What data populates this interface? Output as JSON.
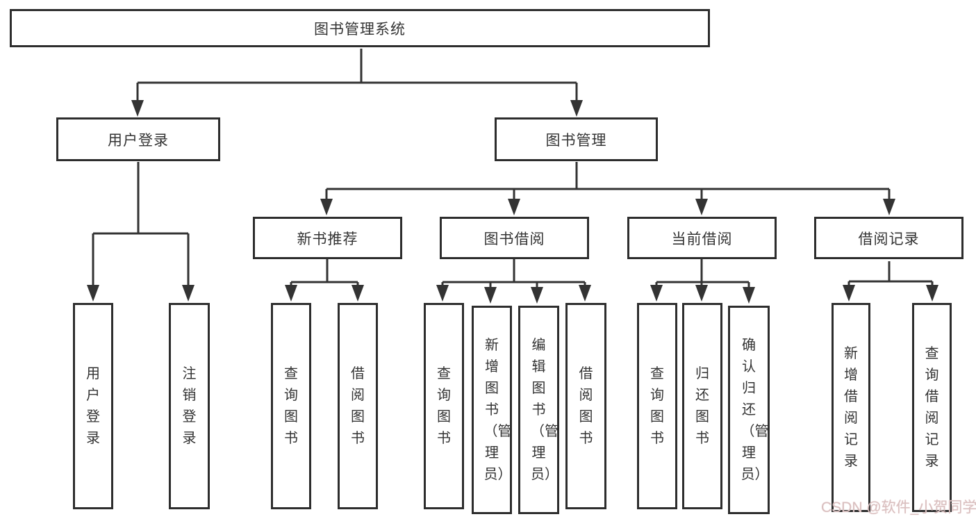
{
  "tree": {
    "root": {
      "label": "图书管理系统"
    },
    "branches": [
      {
        "label": "用户登录",
        "children": [
          {
            "label": "用户登录"
          },
          {
            "label": "注销登录"
          }
        ]
      },
      {
        "label": "图书管理",
        "children": [
          {
            "label": "新书推荐",
            "children": [
              {
                "label": "查询图书"
              },
              {
                "label": "借阅图书"
              }
            ]
          },
          {
            "label": "图书借阅",
            "children": [
              {
                "label": "查询图书"
              },
              {
                "label": "新增图书（管理员）"
              },
              {
                "label": "编辑图书（管理员）"
              },
              {
                "label": "借阅图书"
              }
            ]
          },
          {
            "label": "当前借阅",
            "children": [
              {
                "label": "查询图书"
              },
              {
                "label": "归还图书"
              },
              {
                "label": "确认归还（管理员）"
              }
            ]
          },
          {
            "label": "借阅记录",
            "children": [
              {
                "label": "新增借阅记录"
              },
              {
                "label": "查询借阅记录"
              }
            ]
          }
        ]
      }
    ]
  },
  "watermark": {
    "text": "CSDN @软件_小贺同学",
    "color": "#d9c0c0"
  },
  "colors": {
    "background": "#ffffff",
    "line": "#333333",
    "box_border": "#2d2d2d",
    "box_background": "#ffffff",
    "text": "#333333"
  }
}
